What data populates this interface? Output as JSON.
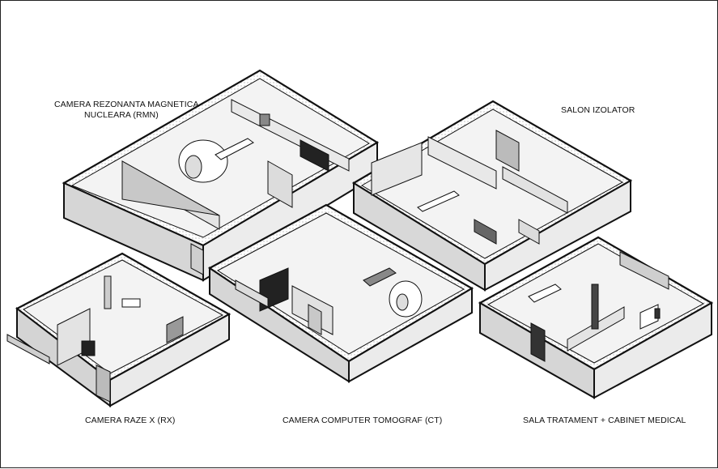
{
  "rooms": [
    {
      "id": "rmn",
      "label_line1": "CAMERA REZONANTA MAGNETICA",
      "label_line2": "NUCLEARA (RMN)"
    },
    {
      "id": "izolator",
      "label_line1": "SALON IZOLATOR"
    },
    {
      "id": "rx",
      "label_line1": "CAMERA RAZE X (RX)"
    },
    {
      "id": "ct",
      "label_line1": "CAMERA COMPUTER TOMOGRAF (CT)"
    },
    {
      "id": "tratament",
      "label_line1": "SALA TRATAMENT + CABINET MEDICAL"
    }
  ],
  "colors": {
    "wall_top": "#ffffff",
    "wall_side": "#d9d9d9",
    "wall_dark": "#8a8a8a",
    "floor": "#f2f2f2",
    "outline": "#111111"
  }
}
